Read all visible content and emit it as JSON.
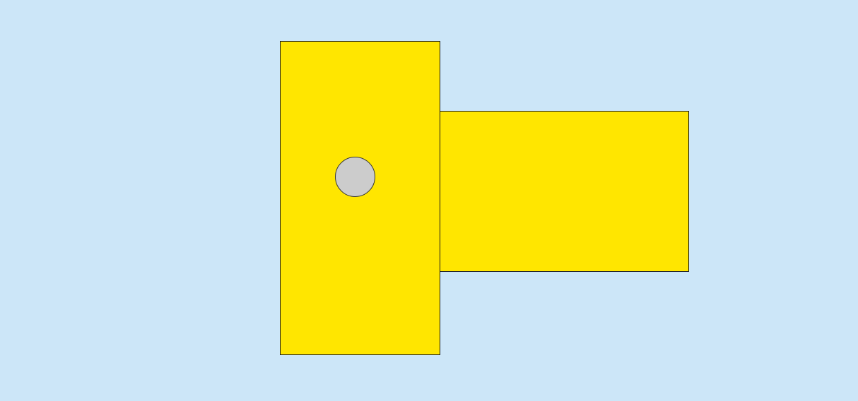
{
  "scene": {
    "colors": {
      "background": "#cce6f8",
      "panel_fill": "#ffe600",
      "panel_outline": "#1a1a1a",
      "knob_fill": "#cccccc",
      "knob_outline": "#333333"
    },
    "shapes": [
      {
        "name": "tall-yellow-rectangle",
        "kind": "rectangle"
      },
      {
        "name": "wide-yellow-rectangle",
        "kind": "rectangle"
      },
      {
        "name": "gray-circle",
        "kind": "circle"
      }
    ]
  }
}
